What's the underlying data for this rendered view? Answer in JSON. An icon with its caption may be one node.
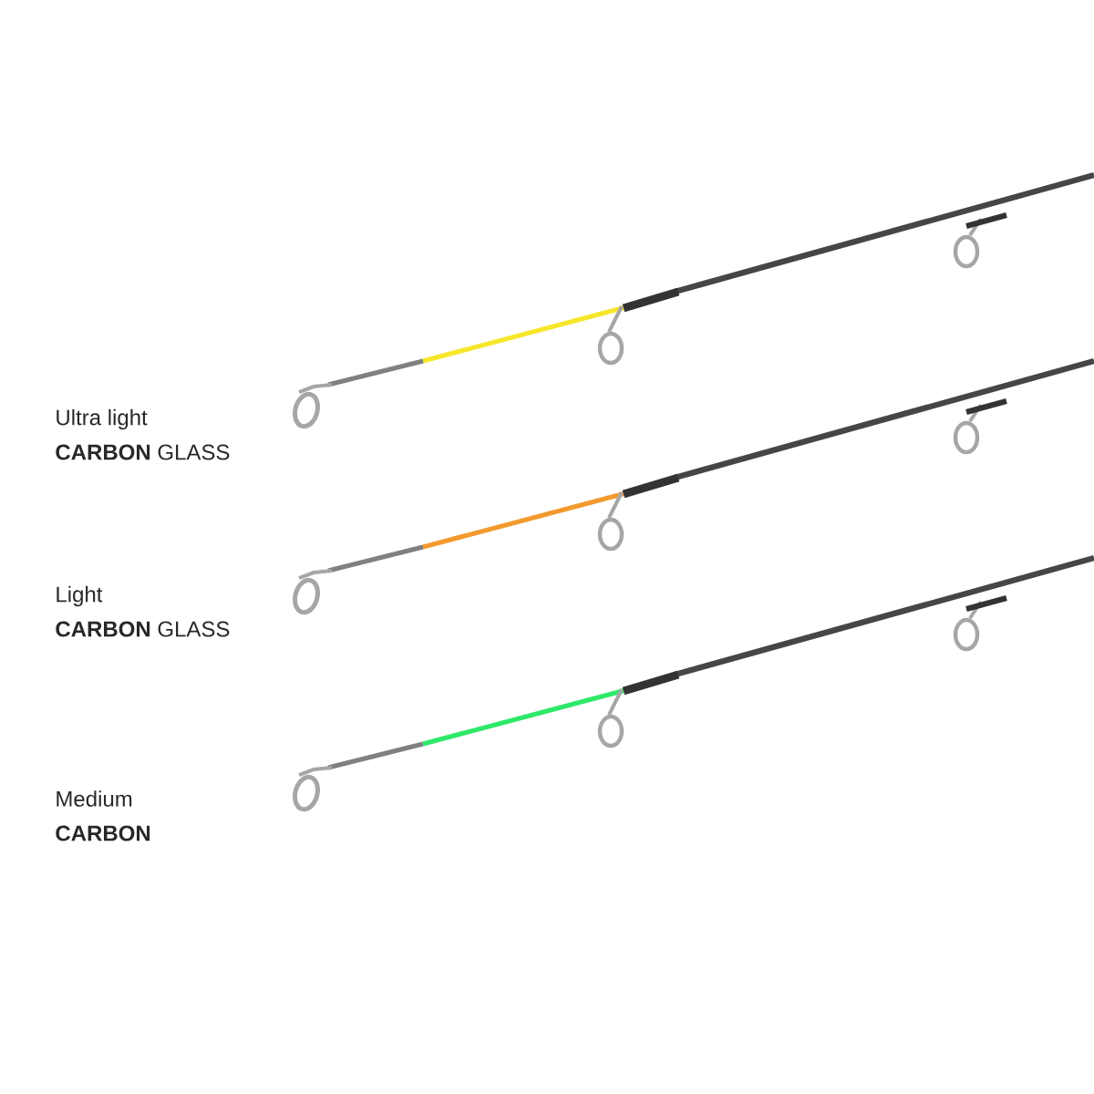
{
  "diagram": {
    "labels": [
      "Ultra light",
      "**CARBON** GLASS",
      "Light",
      "**CARBON** GLASS",
      "Medium",
      "**CARBON**"
    ]
  }
}
